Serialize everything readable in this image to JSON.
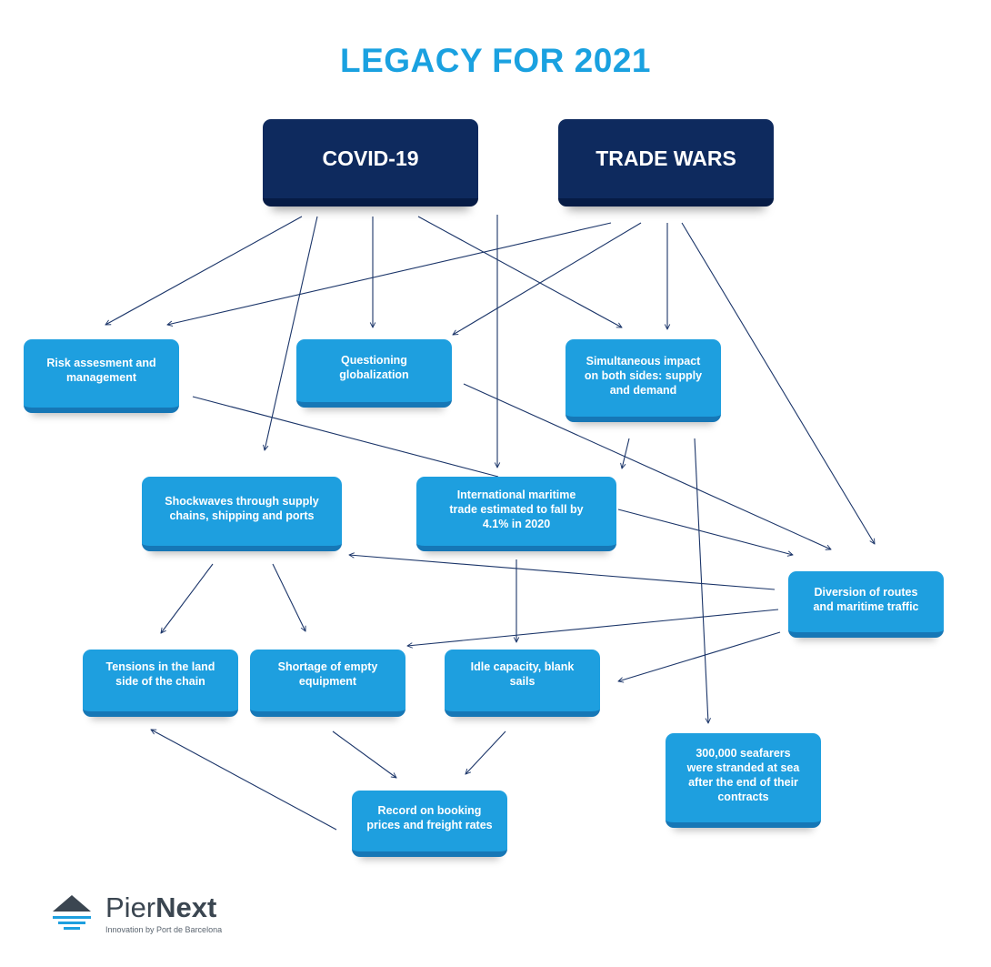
{
  "title": "LEGACY FOR 2021",
  "nodes": {
    "covid": "COVID-19",
    "trade_wars": "TRADE WARS",
    "risk": "Risk assesment and management",
    "globalization": "Questioning globalization",
    "simultaneous": "Simultaneous impact on both sides: supply and demand",
    "shockwaves": "Shockwaves through supply chains, shipping and ports",
    "maritime_trade": "International maritime trade estimated to fall by 4.1% in 2020",
    "diversion": "Diversion of routes and maritime traffic",
    "tensions": "Tensions in the land side of the chain",
    "shortage": "Shortage of empty equipment",
    "idle": "Idle capacity, blank sails",
    "seafarers": "300,000 seafarers were stranded at sea after the end of their contracts",
    "record": "Record on booking prices and freight rates"
  },
  "logo": {
    "name_light": "Pier",
    "name_bold": "Next",
    "tagline": "Innovation by Port de Barcelona"
  },
  "colors": {
    "title": "#1aa1e0",
    "primary_box": "#0e2a5e",
    "secondary_box": "#1e9fdf",
    "arrow": "#1b3569"
  }
}
